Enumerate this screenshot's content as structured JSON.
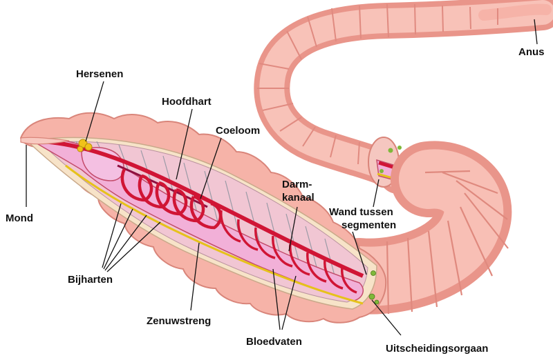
{
  "labels": {
    "hersenen": "Hersenen",
    "hoofdhart": "Hoofdhart",
    "coeloom": "Coeloom",
    "anus": "Anus",
    "darmkanaal_line1": "Darm-",
    "darmkanaal_line2": "kanaal",
    "wand_line1": "Wand tussen",
    "wand_line2": "segmenten",
    "mond": "Mond",
    "bijharten": "Bijharten",
    "zenuwstreng": "Zenuwstreng",
    "bloedvaten": "Bloedvaten",
    "uitscheidingsorgaan": "Uitscheidingsorgaan"
  },
  "colors": {
    "skin": "#f6b3a8",
    "skin_dark": "#e8897c",
    "skin_light": "#fcd2c9",
    "inner_body": "#f3ccd6",
    "gut": "#f2b0d8",
    "vessel": "#d01535",
    "nerve": "#e6c21a",
    "septum": "#9a9aa6",
    "line": "#111111"
  }
}
